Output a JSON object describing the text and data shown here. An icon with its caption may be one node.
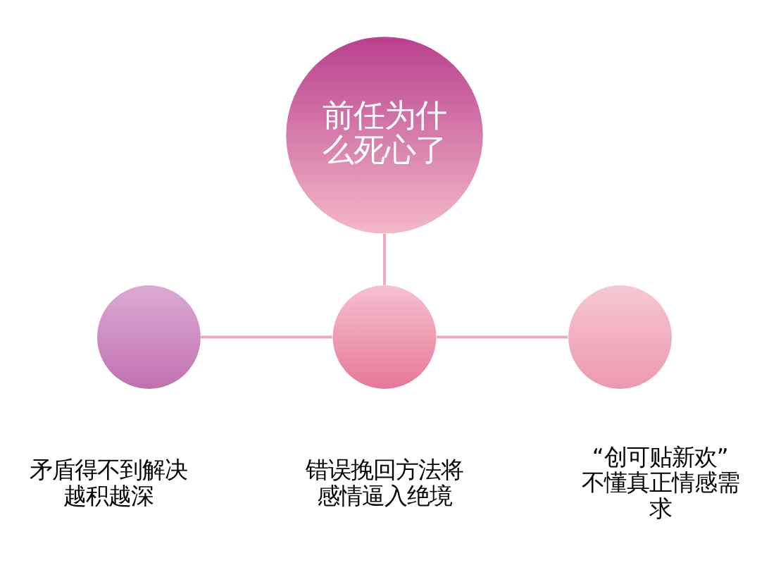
{
  "diagram": {
    "nodes": [
      {
        "text": [
          "前任为什么死心了"
        ]
      },
      {
        "text": [],
        "shape": "circle",
        "beside": [
          "矛盾得不到解决越积越深"
        ]
      },
      {
        "text": [],
        "shape": "circle",
        "beside": [
          "错误挽回方法将感情逼入绝境"
        ]
      },
      {
        "text": [],
        "shape": "circle",
        "beside": [
          "“创可贴新欢”不懂真正情感需求"
        ]
      }
    ],
    "edges": [
      {
        "from": 0,
        "to": 2,
        "arrow": "none"
      },
      {
        "from": 1,
        "to": 2,
        "arrow": "none"
      },
      {
        "from": 2,
        "to": 3,
        "arrow": "none"
      }
    ]
  }
}
